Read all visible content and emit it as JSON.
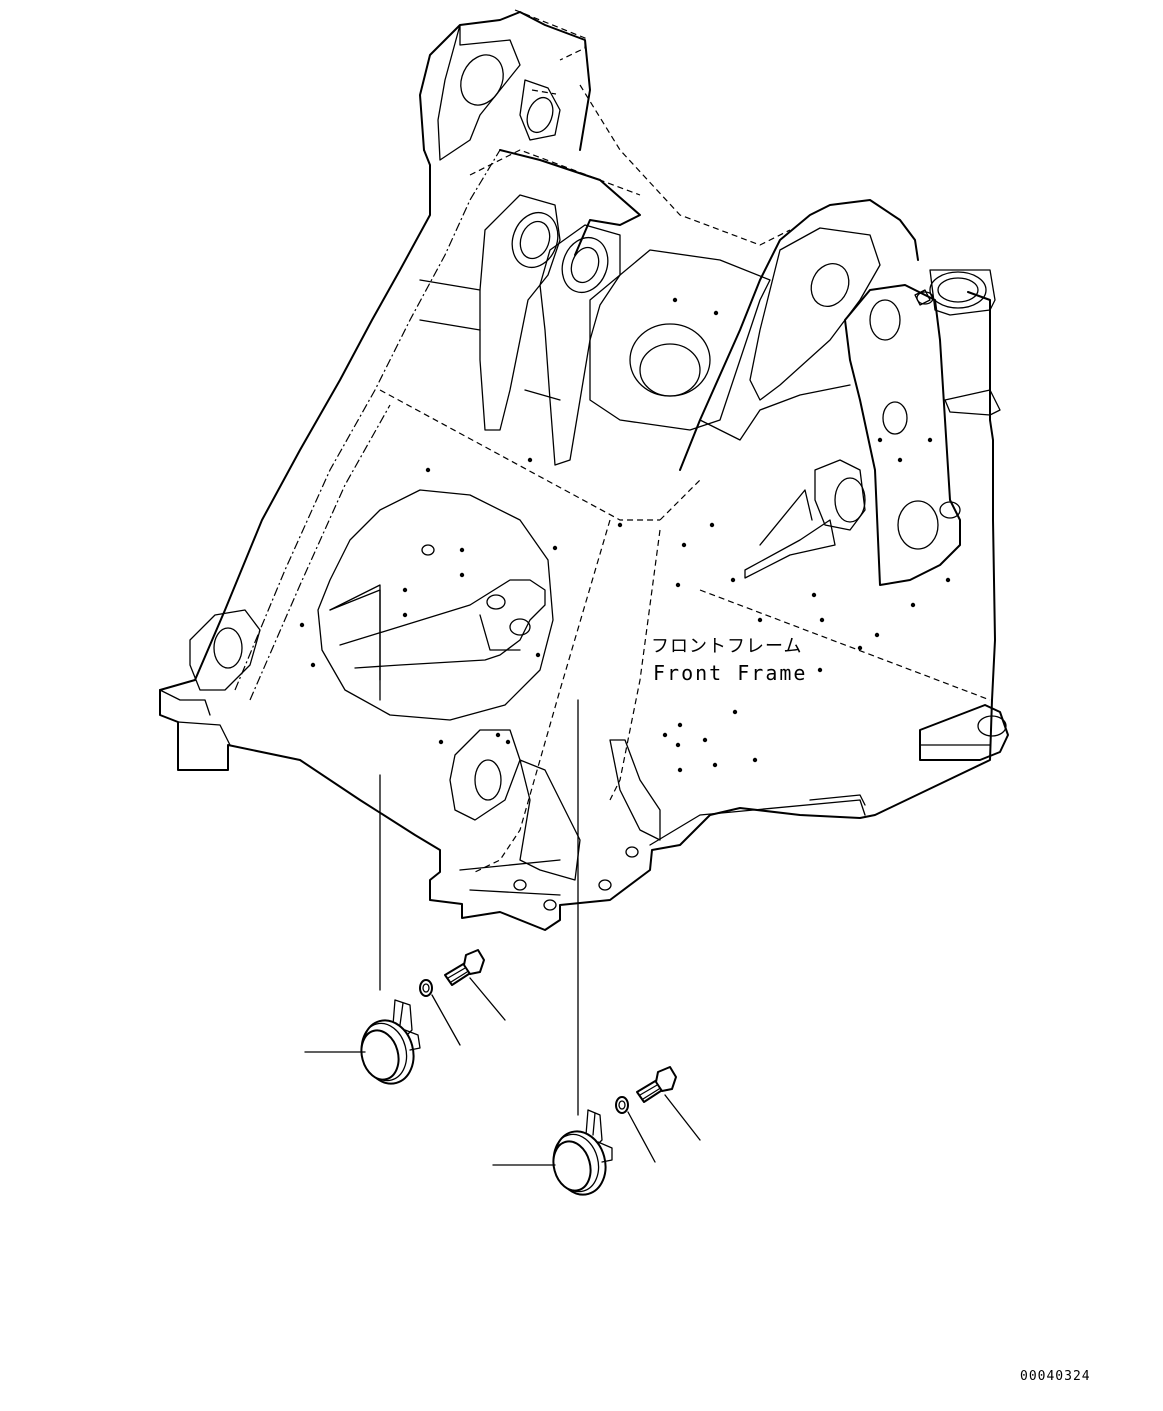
{
  "diagram": {
    "frame_label_jp": "フロントフレーム",
    "frame_label_en": "Front Frame",
    "document_id": "00040324"
  },
  "parts": [
    {
      "name": "lamp-left"
    },
    {
      "name": "washer-left"
    },
    {
      "name": "bolt-left"
    },
    {
      "name": "lamp-right"
    },
    {
      "name": "washer-right"
    },
    {
      "name": "bolt-right"
    }
  ]
}
